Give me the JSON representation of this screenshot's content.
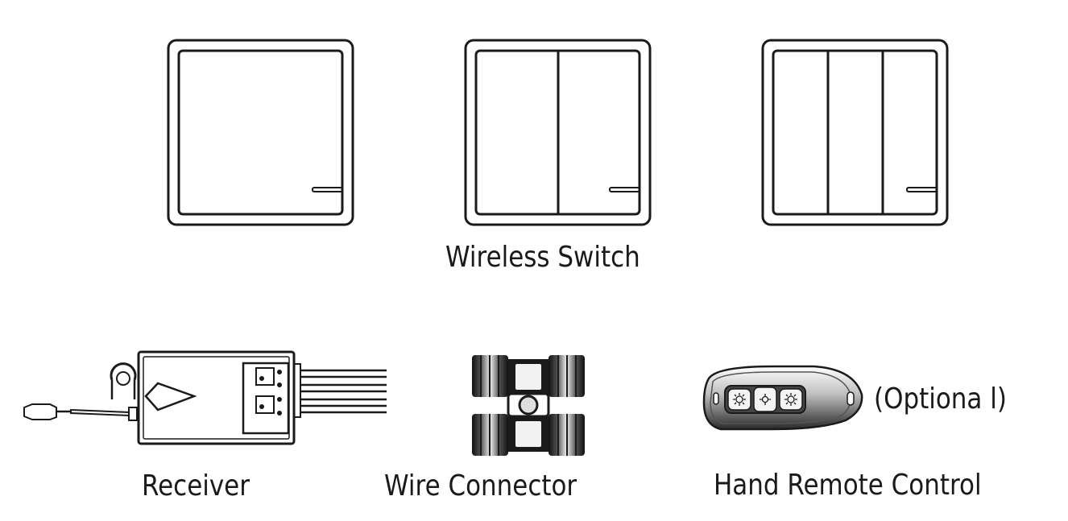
{
  "labels": {
    "wireless_switch": "Wireless Switch",
    "receiver": "Receiver",
    "wire_connector": "Wire Connector",
    "hand_remote": "Hand Remote Control",
    "optional": "(Optiona l)"
  },
  "switches": [
    {
      "gangs": 1
    },
    {
      "gangs": 2
    },
    {
      "gangs": 3
    }
  ]
}
